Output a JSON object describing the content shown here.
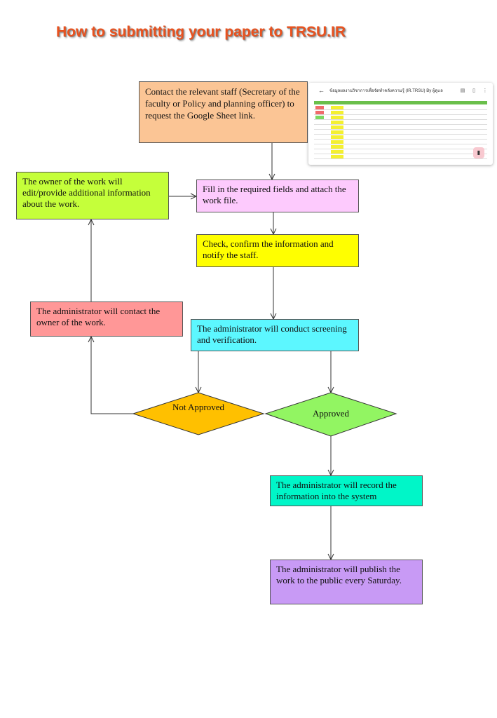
{
  "title": "How to submitting your paper to TRSU.IR",
  "steps": {
    "contact": "Contact the relevant staff (Secretary of the faculty or Policy and planning officer) to request the Google Sheet link.",
    "fill": "Fill in the required fields and attach the work file.",
    "check": "Check, confirm the information and notify the staff.",
    "screening": "The administrator will conduct screening and verification.",
    "owner_edit": "The owner of the work will edit/provide additional information about the work.",
    "admin_contact": "The administrator will contact the owner of the work.",
    "record": "The administrator will record the information into the system",
    "publish": "The administrator will publish the work to the public every Saturday."
  },
  "decisions": {
    "not_approved": "Not Approved",
    "approved": "Approved"
  },
  "screenshot": {
    "sheet_title": "ข้อมูลผลงานวิชาการเพื่อจัดทำคลังความรู้ (IR.TRSU) By ผู้ดูแล",
    "back_icon": "arrow-left-icon",
    "toolbar_icons": [
      "comment-icon",
      "doc-icon",
      "more-vert-icon"
    ],
    "fab_icon": "doc-icon"
  },
  "colors": {
    "title": "#e8521f",
    "contact": "#fbc595",
    "fill": "#fdcafd",
    "check": "#ffff00",
    "screening": "#5cf7ff",
    "owner_edit": "#c5ff3a",
    "admin_contact": "#ff9797",
    "not_approved": "#ffc000",
    "approved": "#92f562",
    "record": "#00f6c8",
    "publish": "#c89af5"
  }
}
